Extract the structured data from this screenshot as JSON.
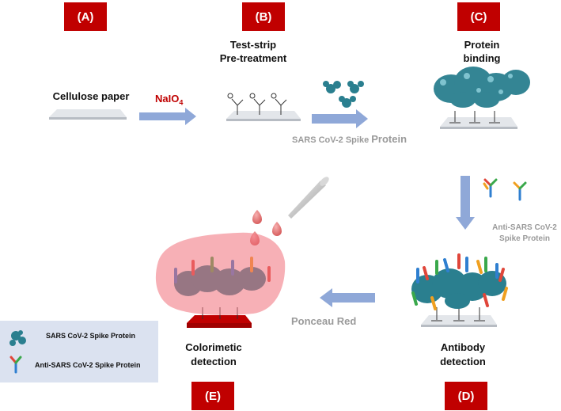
{
  "labels": {
    "A": "(A)",
    "B": "(B)",
    "C": "(C)",
    "D": "(D)",
    "E": "(E)"
  },
  "steps": {
    "cellulose": "Cellulose paper",
    "pretreat_line1": "Test-strip",
    "pretreat_line2": "Pre-treatment",
    "binding_line1": "Protein",
    "binding_line2": "binding",
    "antibody_line1": "Antibody",
    "antibody_line2": "detection",
    "colorimetric_line1": "Colorimetic",
    "colorimetric_line2": "detection"
  },
  "reagents": {
    "naio4_main": "NaIO",
    "naio4_sub": "4",
    "spike_prefix": "SARS CoV-2 Spike ",
    "spike_suffix": "Protein",
    "anti_line1": "Anti-SARS CoV-2",
    "anti_line2": "Spike Protein",
    "ponceau": "Ponceau Red"
  },
  "legend": {
    "spike": "SARS CoV-2 Spike Protein",
    "anti": "Anti-SARS CoV-2 Spike Protein"
  },
  "colors": {
    "badge": "#c00000",
    "arrow": "#8fa8d8",
    "strip": "#c9cdd3",
    "red_strip": "#c00000",
    "protein": "#2a7f8f",
    "drop": "#e27272"
  }
}
